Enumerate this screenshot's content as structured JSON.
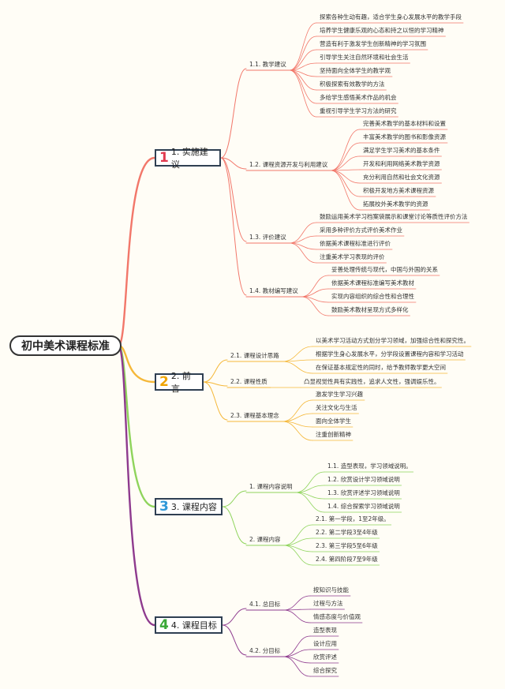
{
  "root": "初中美术课程标准",
  "branches": [
    {
      "num": "1",
      "label": "1. 实施建议",
      "color": "#f2776a",
      "num_color": "#e23a4f",
      "children": [
        {
          "label": "1.1. 教学建议",
          "leaves": [
            "探索各种生动有趣，适合学生身心发展水平的教学手段",
            "培养学生健康乐观的心态和持之以恒的学习精神",
            "营造有利于激发学生创新精神的学习氛围",
            "引导学生关注自然环境和社会生活",
            "坚持面向全体学生的教学观",
            "积极探索有效教学的方法",
            "多给学生感悟美术作品的机会",
            "重视引导学生学习方法的研究"
          ]
        },
        {
          "label": "1.2. 课程资源开发与利用建议",
          "leaves": [
            "完善美术教学的基本材料和设置",
            "丰富美术教学的图书和影像资源",
            "满足学生学习美术的基本条件",
            "开发和利用网络美术教学资源",
            "充分利用自然和社会文化资源",
            "积极开发地方美术课程资源",
            "拓展校外美术教学的资源"
          ]
        },
        {
          "label": "1.3. 评价建议",
          "leaves": [
            "鼓励运用美术学习档案袋展示和课堂讨论等质性评价方法",
            "采用多种评价方式评价美术作业",
            "依据美术课程标准进行评价",
            "注重美术学习表现的评价"
          ]
        },
        {
          "label": "1.4. 教材编写建议",
          "leaves": [
            "妥善处理传统与现代，中国与外国的关系",
            "依据美术课程标准编写美术教材",
            "实现内容组织的综合性和合理性",
            "鼓励美术教材呈现方式多样化"
          ]
        }
      ]
    },
    {
      "num": "2",
      "label": "2. 前言",
      "color": "#f5b83a",
      "num_color": "#f0a400",
      "children": [
        {
          "label": "2.1. 课程设计思路",
          "leaves": [
            "以美术学习活动方式划分学习领域，加强综合性和探究性。",
            "根据学生身心发展水平，分学段设置课程内容和学习活动",
            "在保证基本规定性的同时，给予教师教学更大空间"
          ]
        },
        {
          "label": "2.2. 课程性质",
          "leaves": [
            "凸显视觉性具有实践性，追求人文性，强调娱乐性。"
          ]
        },
        {
          "label": "2.3. 课程基本理念",
          "leaves": [
            "激发学生学习兴趣",
            "关注文化与生活",
            "面向全体学生",
            "注重创新精神"
          ]
        }
      ]
    },
    {
      "num": "3",
      "label": "3. 课程内容",
      "color": "#8fd45c",
      "num_color": "#2f98d8",
      "children": [
        {
          "label": "1. 课程内容说明",
          "leaves": [
            "1.1. 造型表现，学习领域说明。",
            "1.2. 欣赏设计学习领域说明",
            "1.3. 欣赏评述学习领域说明",
            "1.4. 综合探索学习领域说明"
          ]
        },
        {
          "label": "2. 课程内容",
          "leaves": [
            "2.1. 第一学段，1至2年级。",
            "2.2. 第二学段3至4年级",
            "2.3. 第三学段5至6年级",
            "2.4. 第四阶段7至9年级"
          ]
        }
      ]
    },
    {
      "num": "4",
      "label": "4. 课程目标",
      "color": "#8e3a8e",
      "num_color": "#3aa838",
      "children": [
        {
          "label": "4.1. 总目标",
          "leaves": [
            "按知识与技能",
            "过程与方法",
            "情感态度与价值观"
          ]
        },
        {
          "label": "4.2. 分目标",
          "leaves": [
            "造型表现",
            "设计应用",
            "欣赏评述",
            "综合探究"
          ]
        }
      ]
    }
  ]
}
